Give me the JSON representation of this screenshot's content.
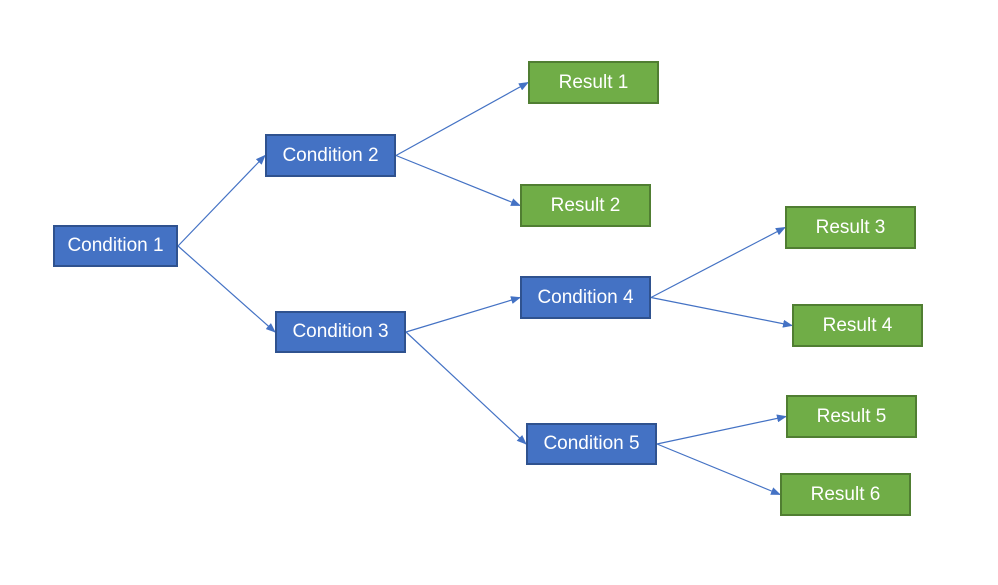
{
  "colors": {
    "condition_fill": "#4472c4",
    "condition_border": "#2f528f",
    "result_fill": "#70ad47",
    "result_border": "#507e32",
    "edge": "#4472c4"
  },
  "nodes": {
    "c1": "Condition 1",
    "c2": "Condition 2",
    "c3": "Condition 3",
    "c4": "Condition 4",
    "c5": "Condition 5",
    "r1": "Result 1",
    "r2": "Result 2",
    "r3": "Result 3",
    "r4": "Result 4",
    "r5": "Result 5",
    "r6": "Result 6"
  },
  "edges": [
    [
      "c1",
      "c2"
    ],
    [
      "c1",
      "c3"
    ],
    [
      "c2",
      "r1"
    ],
    [
      "c2",
      "r2"
    ],
    [
      "c3",
      "c4"
    ],
    [
      "c3",
      "c5"
    ],
    [
      "c4",
      "r3"
    ],
    [
      "c4",
      "r4"
    ],
    [
      "c5",
      "r5"
    ],
    [
      "c5",
      "r6"
    ]
  ]
}
